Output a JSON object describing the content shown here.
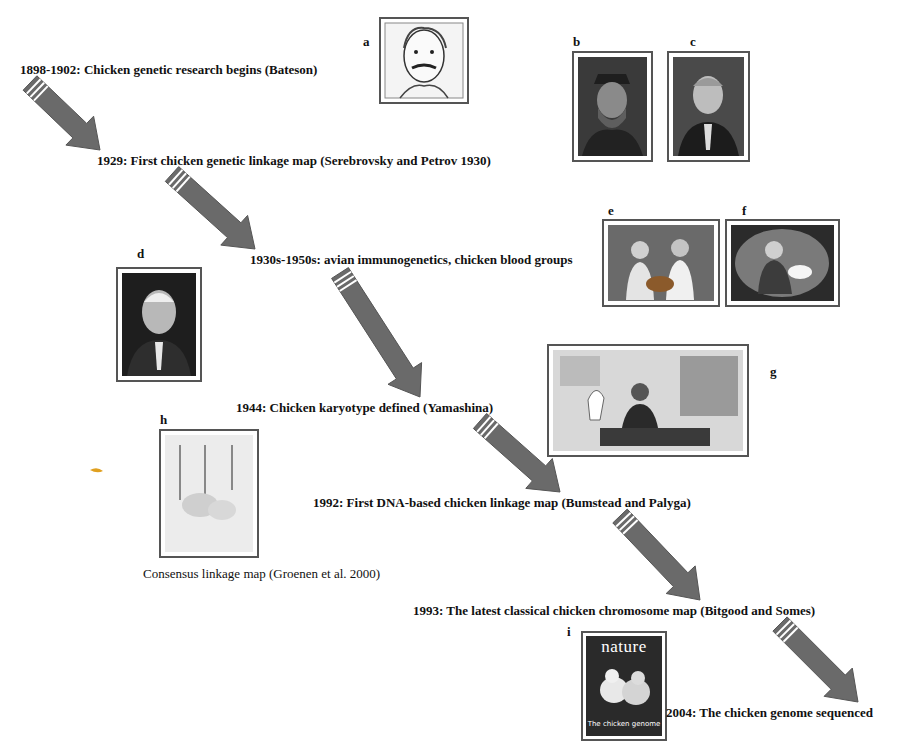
{
  "diagram": {
    "nodes": [
      {
        "text": [
          "1898-1902: Chicken genetic research begins (Bateson)"
        ]
      },
      {
        "text": [
          "1929: First chicken genetic linkage map (Serebrovsky and Petrov 1930)"
        ]
      },
      {
        "text": [
          "1930s-1950s: avian immunogenetics, chicken blood groups"
        ]
      },
      {
        "text": [
          "1944: Chicken karyotype defined (Yamashina)"
        ]
      },
      {
        "text": [
          "1992: First DNA-based chicken linkage map (Bumstead and Palyga)"
        ]
      },
      {
        "text": [
          "1993: The latest classical chicken chromosome map (Bitgood and Somes)"
        ]
      },
      {
        "text": [
          "2004: The chicken genome sequenced"
        ]
      }
    ],
    "edges": [
      {
        "from": 0,
        "to": 1,
        "arrow": "to"
      },
      {
        "from": 1,
        "to": 2,
        "arrow": "to"
      },
      {
        "from": 2,
        "to": 3,
        "arrow": "to"
      },
      {
        "from": 3,
        "to": 4,
        "arrow": "to"
      },
      {
        "from": 4,
        "to": 5,
        "arrow": "to"
      },
      {
        "from": 5,
        "to": 6,
        "arrow": "to"
      }
    ],
    "labels": [
      "a",
      "b",
      "c",
      "e",
      "f",
      "d",
      "g",
      "h",
      "Consensus linkage map (Groenen et al. 2000)",
      "i",
      "nature",
      "The chicken genome"
    ]
  }
}
